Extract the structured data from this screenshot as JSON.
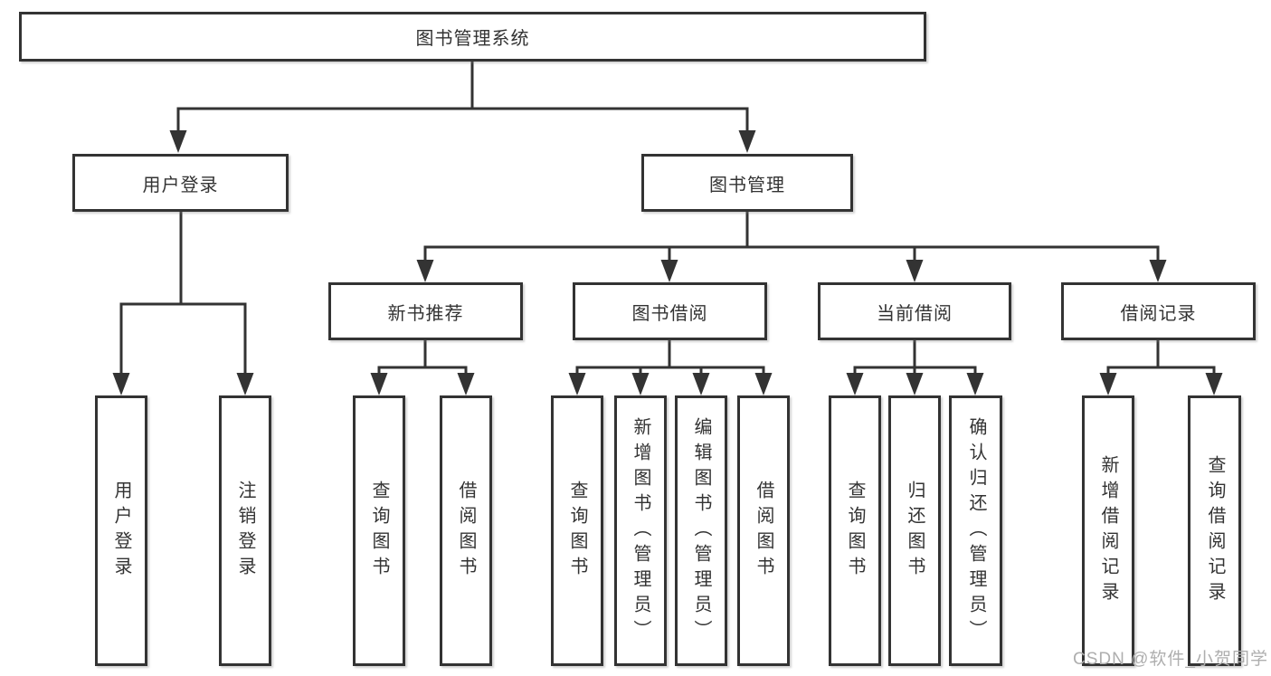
{
  "tree": {
    "label": "图书管理系统",
    "children": [
      {
        "label": "用户登录",
        "children": [
          {
            "label": "用户登录"
          },
          {
            "label": "注销登录"
          }
        ]
      },
      {
        "label": "图书管理",
        "children": [
          {
            "label": "新书推荐",
            "children": [
              {
                "label": "查询图书"
              },
              {
                "label": "借阅图书"
              }
            ]
          },
          {
            "label": "图书借阅",
            "children": [
              {
                "label": "查询图书"
              },
              {
                "label": "新增图书（管理员）"
              },
              {
                "label": "编辑图书（管理员）"
              },
              {
                "label": "借阅图书"
              }
            ]
          },
          {
            "label": "当前借阅",
            "children": [
              {
                "label": "查询图书"
              },
              {
                "label": "归还图书"
              },
              {
                "label": "确认归还（管理员）"
              }
            ]
          },
          {
            "label": "借阅记录",
            "children": [
              {
                "label": "新增借阅记录"
              },
              {
                "label": "查询借阅记录"
              }
            ]
          }
        ]
      }
    ]
  },
  "watermark": "CSDN @软件_小贺同学",
  "colors": {
    "line": "#333333",
    "box_border": "#333333",
    "text": "#333333",
    "background": "#ffffff",
    "watermark": "#aeaeae"
  }
}
